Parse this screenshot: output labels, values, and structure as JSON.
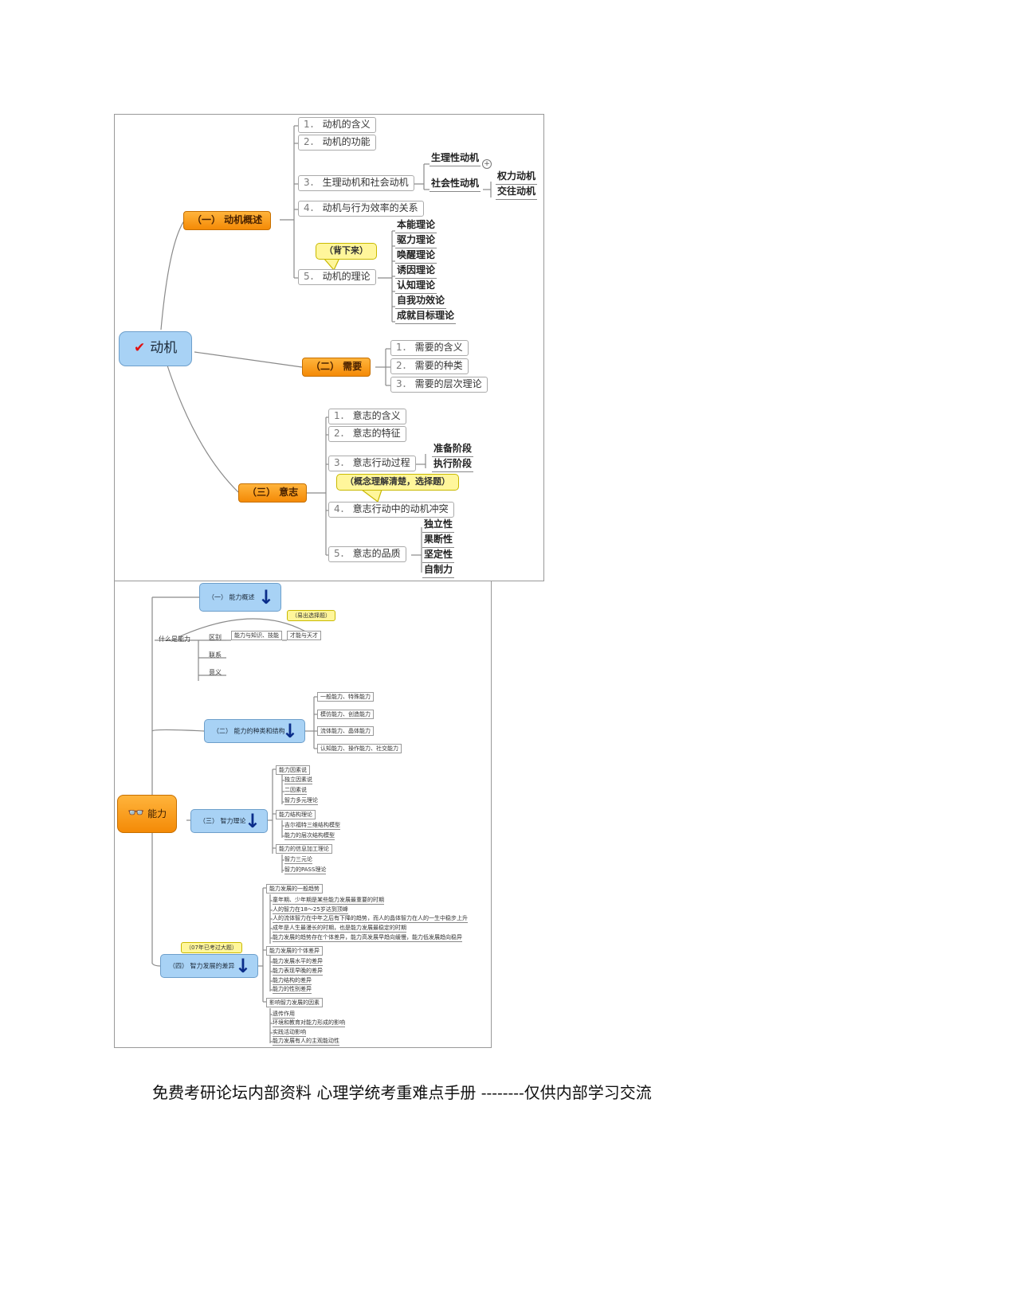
{
  "motive": {
    "root": "动机",
    "b1": {
      "label": "（一） 动机概述",
      "items": [
        "动机的含义",
        "动机的功能",
        "生理动机和社会动机",
        "动机与行为效率的关系",
        "动机的理论"
      ],
      "nums": [
        "1．",
        "2．",
        "3．",
        "4．",
        "5．"
      ],
      "physiological": "生理性动机",
      "social": "社会性动机",
      "social_children": [
        "权力动机",
        "交往动机"
      ],
      "theory_callout": "（背下来）",
      "theories": [
        "本能理论",
        "驱力理论",
        "唤醒理论",
        "诱因理论",
        "认知理论",
        "自我功效论",
        "成就目标理论"
      ]
    },
    "b2": {
      "label": "（二） 需要",
      "items": [
        "需要的含义",
        "需要的种类",
        "需要的层次理论"
      ],
      "nums": [
        "1．",
        "2．",
        "3．"
      ]
    },
    "b3": {
      "label": "（三） 意志",
      "items": [
        "意志的含义",
        "意志的特征",
        "意志行动过程",
        "意志行动中的动机冲突",
        "意志的品质"
      ],
      "nums": [
        "1．",
        "2．",
        "3．",
        "4．",
        "5．"
      ],
      "process": [
        "准备阶段",
        "执行阶段"
      ],
      "callout": "（概念理解清楚，选择题）",
      "qualities": [
        "独立性",
        "果断性",
        "坚定性",
        "自制力"
      ]
    }
  },
  "ability": {
    "root": "能力",
    "b1": {
      "label": "（一） 能力概述",
      "callout": "（易出选择题）",
      "what": "什么是能力",
      "rel": [
        "区别",
        "联系",
        "意义"
      ],
      "boxes": [
        "能力与知识、技能",
        "才能与天才"
      ]
    },
    "b2": {
      "label": "（二） 能力的种类和结构",
      "items": [
        "一般能力、特殊能力",
        "模仿能力、创造能力",
        "流体能力、晶体能力",
        "认知能力、操作能力、社交能力"
      ]
    },
    "b3": {
      "label": "（三） 智力理论",
      "g1": "能力因素说",
      "g1_items": [
        "独立因素说",
        "二因素说",
        "智力多元理论"
      ],
      "g2": "能力结构理论",
      "g2_items": [
        "吉尔福特三维结构模型",
        "能力的层次结构模型"
      ],
      "g3": "能力的信息加工理论",
      "g3_items": [
        "智力三元论",
        "智力的PASS理论"
      ]
    },
    "b4": {
      "label": "（四） 智力发展的差异",
      "callout": "（07年已考过大题）",
      "g1": "能力发展的一般趋势",
      "g1_items": [
        "童年期、少年期是某些能力发展最重要的时期",
        "人的智力在18～25岁达到顶峰",
        "人的流体智力在中年之后有下降的趋势，而人的晶体智力在人的一生中稳步上升",
        "成年是人生最漫长的时期，也是能力发展最稳定的时期",
        "能力发展的趋势存在个体差异，能力高发展早趋向缓慢，能力低发展趋向稳异"
      ],
      "g2": "能力发展的个体差异",
      "g2_items": [
        "能力发展水平的差异",
        "能力表现早晚的差异",
        "能力结构的差异",
        "能力的性别差异"
      ],
      "g3": "影响智力发展的因素",
      "g3_items": [
        "遗传作用",
        "环境和教育对能力形成的影响",
        "实践活动影响",
        "能力发展有人的主观能动性"
      ]
    }
  },
  "footer": {
    "caption": "免费考研论坛内部资料 心理学统考重难点手册 --------仅供内部学习交流"
  },
  "colors": {
    "orange": "#f7a01e",
    "blue": "#a8d2f5",
    "yellow": "#fff69b",
    "arrow": "#0a2d8a",
    "check": "#e01010"
  }
}
